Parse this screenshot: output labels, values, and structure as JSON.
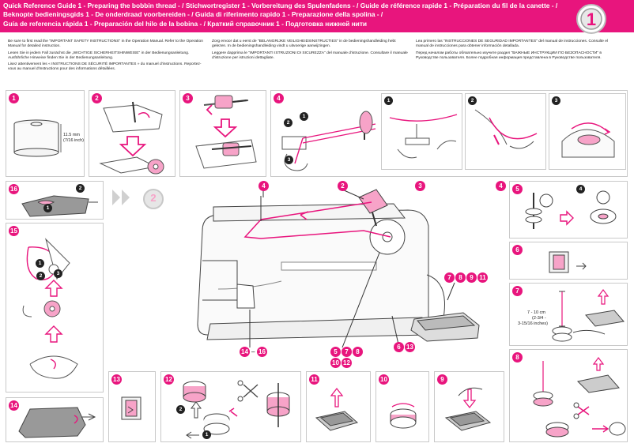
{
  "header": {
    "lines": [
      "Quick Reference Guide 1 - Preparing the bobbin thread - / Stichwortregister 1 - Vorbereitung des Spulenfadens - / Guide de référence rapide 1 - Préparation du fil de la canette - /",
      "Beknopte bedieningsgids 1 - De onderdraad voorbereiden - / Guida di riferimento rapido 1 - Preparazione della spolina - /",
      "Guía de referencia rápida 1 - Preparación del hilo de la bobina - / Краткий справочник 1 - Подготовка нижней нити"
    ],
    "logo_number": "1",
    "accent_color": "#e8157d"
  },
  "intro": {
    "col1": [
      "Be sure to first read the \"IMPORTANT SAFETY INSTRUCTIONS\" in the Operation Manual. Refer to the Operation Manual for detailed instruction.",
      "Lesen Sie in jedem Fall zunächst die „WICHTIGE SICHERHEITSHINWEISE\" in der Bedienungsanleitung. Ausführliche Hinweise finden Sie in der Bedienungsanleitung.",
      "Lisez attentivement les « INSTRUCTIONS DE SÉCURITÉ IMPORTANTES » du manuel d'instructions. Reportez-vous au manuel d'instructions pour des informations détaillées."
    ],
    "col2": [
      "Zorg ervoor dat u eerst de \"BELANGRIJKE VEILIGHEIDSINSTRUCTIES\" in de bedieningshandleiding hebt gelezen. In de bedieningshandleiding vindt u uitvoerige aanwijzingen.",
      "Leggere dapprima le \"IMPORTANTI ISTRUZIONI DI SICUREZZA\" del manuale d'istruzione. Consultare il manuale d'istruzione per istruzioni dettagliate."
    ],
    "col3": [
      "Lea primero las \"INSTRUCCIONES DE SEGURIDAD IMPORTANTES\" del manual de instrucciones. Consulte el manual de instrucciones para obtener información detallada.",
      "Перед началом работы обязательно изучите раздел \"ВАЖНЫЕ ИНСТРУКЦИИ ПО БЕЗОПАСНОСТИ\" в Руководстве пользователя. Более подробная информация представлена в Руководстве пользователя."
    ]
  },
  "steps": {
    "s1": "1",
    "s2": "2",
    "s3": "3",
    "s4": "4",
    "s5": "5",
    "s6": "6",
    "s7": "7",
    "s8": "8",
    "s9": "9",
    "s10": "10",
    "s11": "11",
    "s12": "12",
    "s13": "13",
    "s14": "14",
    "s15": "15",
    "s16": "16",
    "next_guide": "2"
  },
  "labels": {
    "bobbin_size_mm": "11.5 mm",
    "bobbin_size_inch": "(7/16 inch)",
    "thread_length_cm": "7 - 10 cm",
    "thread_length_in1": "(2-3/4 -",
    "thread_length_in2": "3-15/16 inches)",
    "callout_5_7_8": [
      "5",
      "7",
      "8"
    ],
    "callout_10_12": [
      "10",
      "12"
    ],
    "callout_6_13": [
      "6",
      "13"
    ],
    "callout_14_16": [
      "14",
      "–",
      "16"
    ],
    "callout_7_8_9_11": [
      "7",
      "8",
      "9",
      "11"
    ],
    "sub_1": "1",
    "sub_2": "2",
    "sub_3": "3"
  }
}
